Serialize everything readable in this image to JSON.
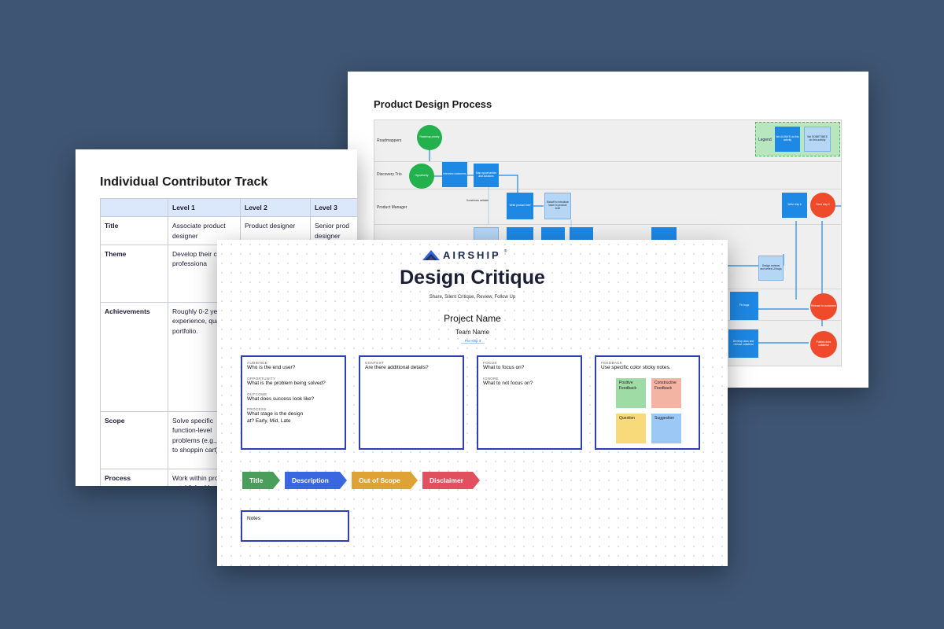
{
  "colors": {
    "background": "#3e5573",
    "panel_border": "#2f3fb8",
    "tag_title": "#4a9d5b",
    "tag_description": "#3a66df",
    "tag_out_of_scope": "#dea235",
    "tag_disclaimer": "#e0505f",
    "sticky_positive": "#9fdba5",
    "sticky_constructive": "#f4b4a4",
    "sticky_question": "#f8da7a",
    "sticky_suggestion": "#9cc8f6"
  },
  "product_design_process": {
    "title": "Product Design Process",
    "lanes": [
      "Roadmappers",
      "Discovery Trio",
      "Product Manager"
    ],
    "legend": {
      "label": "Legend",
      "always": "We ALWAYS do this activity",
      "sometimes": "We SOMETIMES do this activity"
    },
    "nodes": {
      "roadmap_priority": "Roadmap priority",
      "opportunity": "Opportunity",
      "interview_customers": "Interview customers",
      "map_opportunities": "Map opportunities and solutions",
      "sometimes_validate": "Sometimes validate",
      "write_product_brief": "Write product brief",
      "kickoff": "Kickoff to introduce team to product brief",
      "write_ship_it": "Write ship it",
      "ship_it": "Send ship it",
      "design_reviews": "Design reviews and writes UI bugs",
      "fix_bugs": "Fix bugs",
      "release": "Release to customers",
      "develop_docs": "Develop docs and release collateral",
      "publish_docs": "Publish docs collateral"
    }
  },
  "ict": {
    "title": "Individual Contributor Track",
    "columns": [
      "",
      "Level 1",
      "Level 2",
      "Level 3"
    ],
    "rows": [
      {
        "label": "Title",
        "l1": "Associate product designer",
        "l2": "Product designer",
        "l3": "Senior prod designer"
      },
      {
        "label": "Theme",
        "l1": "Develop their cr and professiona",
        "l2": "",
        "l3": ""
      },
      {
        "label": "Achievements",
        "l1": "Roughly 0-2 yea experience, qua portfolio.",
        "l2": "",
        "l3": ""
      },
      {
        "label": "Scope",
        "l1": "Solve specific function-level problems (e.g., item to shoppin cart).",
        "l2": "",
        "l3": ""
      },
      {
        "label": "Process",
        "l1": "Work within pro established by",
        "l2": "",
        "l3": ""
      }
    ]
  },
  "design_critique": {
    "logo_text": "AIRSHIP",
    "logo_mark": "®",
    "title": "Design Critique",
    "subtitle": "Share, Silent Critique, Review, Follow Up",
    "project_name": "Project Name",
    "team_name": "Team Name",
    "link": "Pre-ship it",
    "panels": {
      "audience_label": "AUDIENCE",
      "audience_q": "Who is the end user?",
      "opportunity_label": "OPPORTUNITY",
      "opportunity_q": "What is the problem being solved?",
      "outcome_label": "OUTCOME",
      "outcome_q": "What does success look like?",
      "process_label": "PROCESS",
      "process_q": "What stage is the design at? Early, Mid, Late",
      "context_label": "CONTEXT",
      "context_q": "Are there additional details?",
      "focus_label": "FOCUS",
      "focus_q": "What to focus on?",
      "ignore_label": "IGNORE",
      "ignore_q": "What to not focus on?",
      "feedback_label": "FEEDBACK",
      "feedback_q": "Use specific color sticky notes.",
      "sticky_positive": "Positive Feedback",
      "sticky_constructive": "Constructive Feedback",
      "sticky_question": "Question",
      "sticky_suggestion": "Suggestion"
    },
    "tags": {
      "title": "Title",
      "description": "Description",
      "out_of_scope": "Out of Scope",
      "disclaimer": "Disclaimer"
    },
    "notes_label": "Notes"
  }
}
